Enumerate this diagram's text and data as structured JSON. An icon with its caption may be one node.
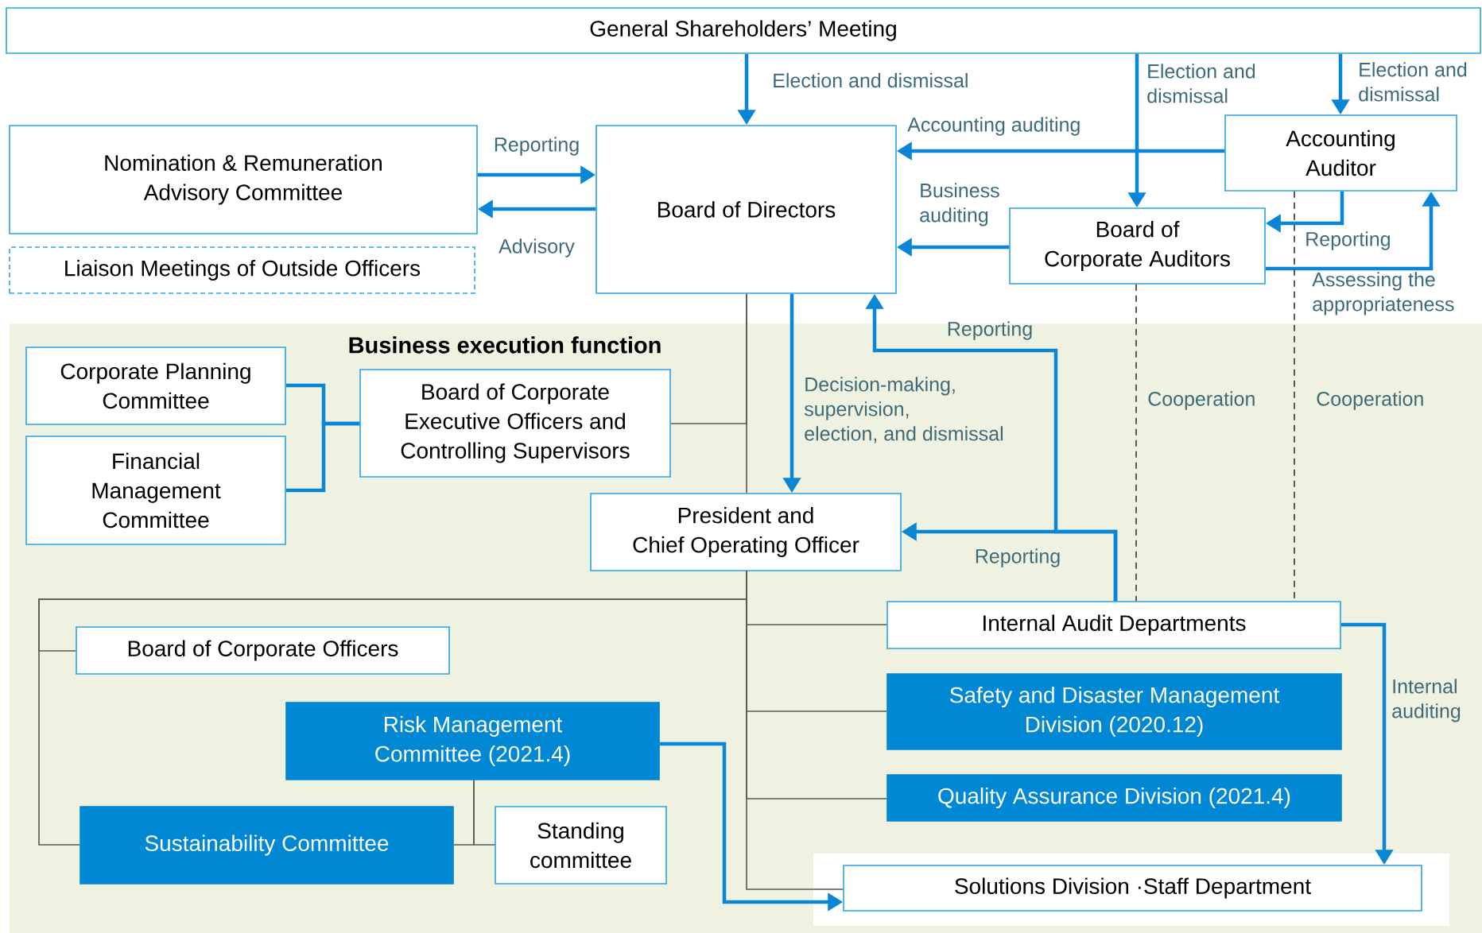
{
  "diagram": {
    "nodes": [
      {
        "text": [
          "General Shareholders’ Meeting"
        ]
      },
      {
        "text": [
          "Nomination & Remuneration Advisory Committee"
        ]
      },
      {
        "text": [
          "Board of Directors"
        ]
      },
      {
        "text": [
          "Accounting Auditor"
        ]
      },
      {
        "text": [
          "Liaison Meetings of Outside Officers"
        ]
      },
      {
        "text": [
          "Board of Corporate Auditors"
        ]
      },
      {
        "text": [
          "Business execution function"
        ]
      },
      {
        "text": [
          "Corporate Planning Committee"
        ],
        "in": 6
      },
      {
        "text": [
          "Board of Corporate Executive Officers and Controlling Supervisors"
        ],
        "in": 6
      },
      {
        "text": [
          "Financial Management Committee"
        ],
        "in": 6
      },
      {
        "text": [
          "President and Chief Operating Officer"
        ],
        "in": 6
      },
      {
        "text": [
          "Internal Audit Departments"
        ],
        "in": 6
      },
      {
        "text": [
          "Board of Corporate Officers"
        ],
        "in": 6
      },
      {
        "text": [
          "Safety and Disaster Management Division (2020.12)"
        ],
        "in": 6
      },
      {
        "text": [
          "Risk Management Committee (2021.4)"
        ],
        "in": 6
      },
      {
        "text": [
          "Quality Assurance Division (2021.4)"
        ],
        "in": 6
      },
      {
        "text": [
          "Sustainability Committee"
        ],
        "in": 6
      },
      {
        "text": [
          "Standing committee"
        ],
        "in": 6
      },
      {
        "text": [
          "Solutions Division ·Staff Department"
        ],
        "in": 6
      }
    ],
    "edges": [
      {
        "from": 0,
        "to": 2,
        "arrow": "to",
        "label": "Election and dismissal"
      },
      {
        "from": 0,
        "to": 5,
        "arrow": "to",
        "label": "Election and dismissal"
      },
      {
        "from": 0,
        "to": 3,
        "arrow": "to",
        "label": "Election and dismissal"
      },
      {
        "from": 3,
        "to": 2,
        "arrow": "to",
        "label": "Accounting auditing"
      },
      {
        "from": 5,
        "to": 2,
        "arrow": "to",
        "label": "Business auditing"
      },
      {
        "from": 3,
        "to": 5,
        "arrow": "to",
        "label": "Reporting"
      },
      {
        "from": 5,
        "to": 3,
        "arrow": "to",
        "label": "Assessing the appropriateness"
      },
      {
        "from": 1,
        "to": 2,
        "arrow": "to",
        "label": "Reporting"
      },
      {
        "from": 2,
        "to": 1,
        "arrow": "to",
        "label": "Advisory"
      },
      {
        "from": 2,
        "to": 10,
        "arrow": "to",
        "label": "Decision-making, supervision, election, and dismissal"
      },
      {
        "from": 11,
        "to": 2,
        "arrow": "to",
        "label": "Reporting"
      },
      {
        "from": 11,
        "to": 10,
        "arrow": "to",
        "label": "Reporting"
      },
      {
        "from": 11,
        "to": 18,
        "arrow": "to",
        "label": "Internal auditing"
      },
      {
        "from": 14,
        "to": 18,
        "arrow": "to"
      },
      {
        "from": 7,
        "to": 8,
        "arrow": "none"
      },
      {
        "from": 9,
        "to": 8,
        "arrow": "none"
      },
      {
        "from": 2,
        "to": 8,
        "arrow": "none",
        "color": "#595959"
      },
      {
        "from": 2,
        "to": 10,
        "arrow": "none",
        "color": "#595959"
      },
      {
        "from": 10,
        "to": 11,
        "arrow": "none",
        "color": "#595959"
      },
      {
        "from": 10,
        "to": 13,
        "arrow": "none",
        "color": "#595959"
      },
      {
        "from": 10,
        "to": 15,
        "arrow": "none",
        "color": "#595959"
      },
      {
        "from": 10,
        "to": 18,
        "arrow": "none",
        "color": "#595959"
      },
      {
        "from": 10,
        "to": 12,
        "arrow": "none",
        "color": "#595959"
      },
      {
        "from": 10,
        "to": 16,
        "arrow": "none",
        "color": "#595959"
      },
      {
        "from": 14,
        "to": 16,
        "arrow": "none",
        "color": "#595959"
      },
      {
        "from": 14,
        "to": 17,
        "arrow": "none",
        "color": "#595959"
      },
      {
        "from": 5,
        "to": 11,
        "arrow": "none",
        "label": "Cooperation",
        "style": "dashed",
        "color": "#595959"
      },
      {
        "from": 3,
        "to": 11,
        "arrow": "none",
        "label": "Cooperation",
        "style": "dashed",
        "color": "#595959"
      }
    ]
  }
}
